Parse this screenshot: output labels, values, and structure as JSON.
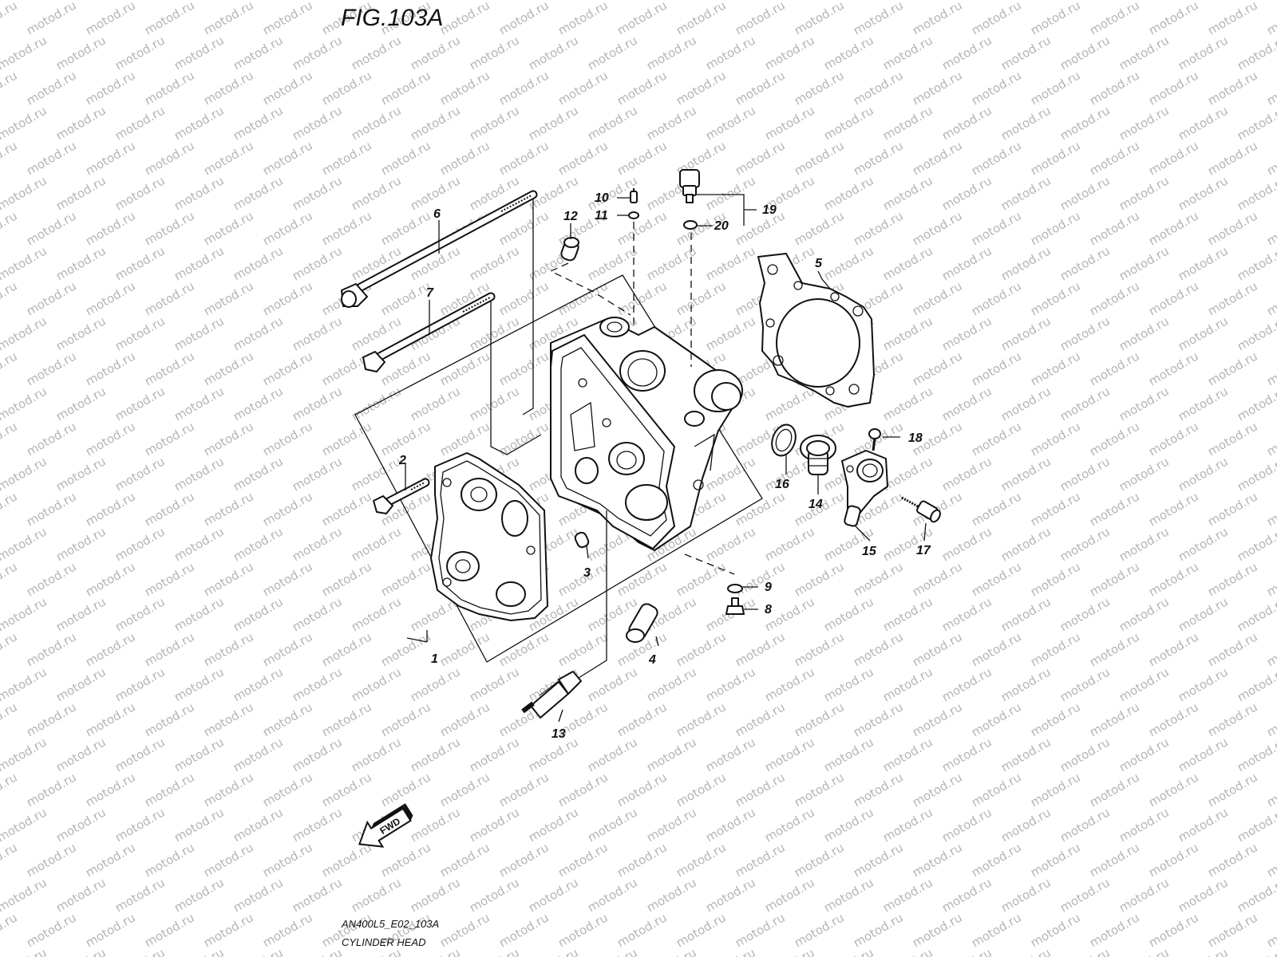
{
  "figure": {
    "title": "FIG.103A",
    "code": "AN400L5_E02_103A",
    "name": "CYLINDER HEAD"
  },
  "watermark": {
    "text": "motod.ru",
    "color": "#b5b5b5"
  },
  "fwd_label": "FWD",
  "callouts": [
    {
      "id": "c1",
      "text": "1"
    },
    {
      "id": "c2",
      "text": "2"
    },
    {
      "id": "c3",
      "text": "3"
    },
    {
      "id": "c4",
      "text": "4"
    },
    {
      "id": "c5",
      "text": "5"
    },
    {
      "id": "c6",
      "text": "6"
    },
    {
      "id": "c7",
      "text": "7"
    },
    {
      "id": "c8",
      "text": "8"
    },
    {
      "id": "c9",
      "text": "9"
    },
    {
      "id": "c10",
      "text": "10"
    },
    {
      "id": "c11",
      "text": "11"
    },
    {
      "id": "c12",
      "text": "12"
    },
    {
      "id": "c13",
      "text": "13"
    },
    {
      "id": "c14",
      "text": "14"
    },
    {
      "id": "c15",
      "text": "15"
    },
    {
      "id": "c16",
      "text": "16"
    },
    {
      "id": "c17",
      "text": "17"
    },
    {
      "id": "c18",
      "text": "18"
    },
    {
      "id": "c19",
      "text": "19"
    },
    {
      "id": "c20",
      "text": "20"
    }
  ]
}
